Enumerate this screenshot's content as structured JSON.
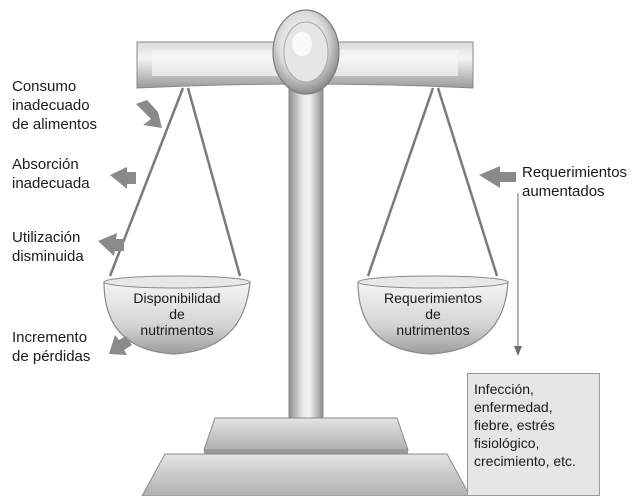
{
  "labels_left": [
    {
      "lines": [
        "Consumo",
        "inadecuado",
        "de alimentos"
      ]
    },
    {
      "lines": [
        "Absorción",
        "inadecuada"
      ]
    },
    {
      "lines": [
        "Utilización",
        "disminuida"
      ]
    },
    {
      "lines": [
        "Incremento",
        "de pérdidas"
      ]
    }
  ],
  "label_right": {
    "lines": [
      "Requerimientos",
      "aumentados"
    ]
  },
  "pan_left": {
    "lines": [
      "Disponibilidad",
      "de",
      "nutrimentos"
    ]
  },
  "pan_right": {
    "lines": [
      "Requerimientos",
      "de",
      "nutrimentos"
    ]
  },
  "note": {
    "lines": [
      "Infección,",
      "enfermedad,",
      "fiebre, estrés",
      "fisiológico,",
      "crecimiento, etc."
    ]
  },
  "colors": {
    "metal_dark": "#8c8c8c",
    "metal_light": "#efefef",
    "arrow": "#8a8a8a",
    "box_fill": "#e6e6e6"
  }
}
